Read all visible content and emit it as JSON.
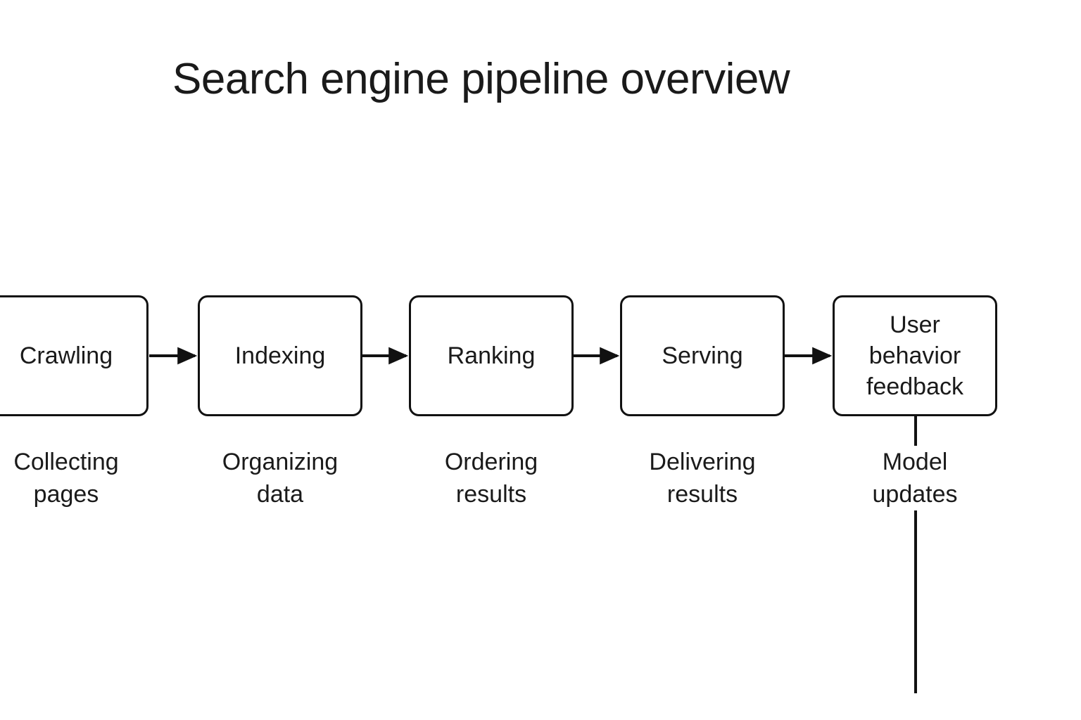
{
  "diagram": {
    "title": "Search engine pipeline overview",
    "background_color": "#ffffff",
    "stroke_color": "#111111",
    "text_color": "#1a1a1a",
    "stages": [
      {
        "id": "crawling",
        "label": "Crawling",
        "caption": "Collecting\npages"
      },
      {
        "id": "indexing",
        "label": "Indexing",
        "caption": "Organizing\ndata"
      },
      {
        "id": "ranking",
        "label": "Ranking",
        "caption": "Ordering\nresults"
      },
      {
        "id": "serving",
        "label": "Serving",
        "caption": "Delivering\nresults"
      },
      {
        "id": "user-behavior-feedback",
        "label": "User\nbehavior\nfeedback",
        "caption": "Model\nupdates"
      }
    ],
    "connectors": [
      {
        "id": "crawling-to-indexing",
        "type": "arrow",
        "from": "crawling",
        "to": "indexing"
      },
      {
        "id": "indexing-to-ranking",
        "type": "arrow",
        "from": "indexing",
        "to": "ranking"
      },
      {
        "id": "ranking-to-serving",
        "type": "arrow",
        "from": "ranking",
        "to": "serving"
      },
      {
        "id": "serving-to-feedback",
        "type": "arrow",
        "from": "serving",
        "to": "user-behavior-feedback"
      },
      {
        "id": "feedback-loop",
        "type": "line",
        "from": "user-behavior-feedback",
        "to": ""
      }
    ]
  }
}
